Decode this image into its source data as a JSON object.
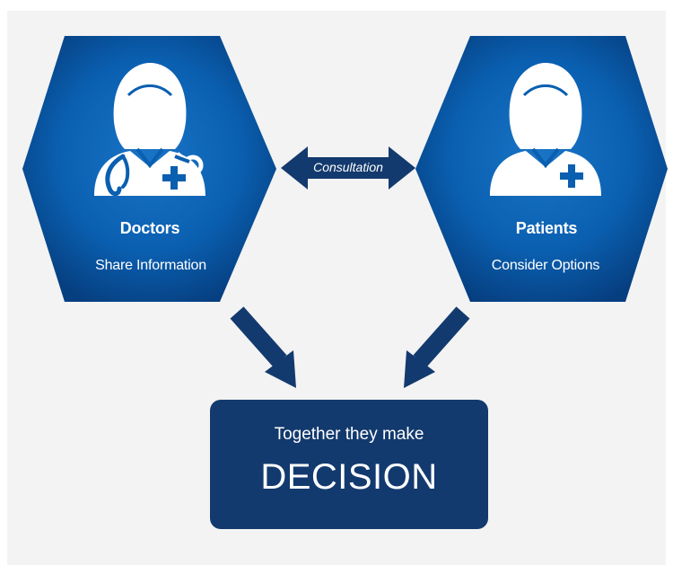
{
  "colors": {
    "background": "#f3f3f3",
    "hex_blue": "#0a5fb0",
    "hex_blue_dark": "#053d7d",
    "navy": "#133a6e",
    "white": "#ffffff"
  },
  "left_node": {
    "title": "Doctors",
    "subtitle": "Share Information",
    "icon": "doctor-icon"
  },
  "right_node": {
    "title": "Patients",
    "subtitle": "Consider Options",
    "icon": "patient-icon"
  },
  "connector": {
    "label": "Consultation"
  },
  "result": {
    "lead": "Together they make",
    "headline": "DECISION"
  }
}
